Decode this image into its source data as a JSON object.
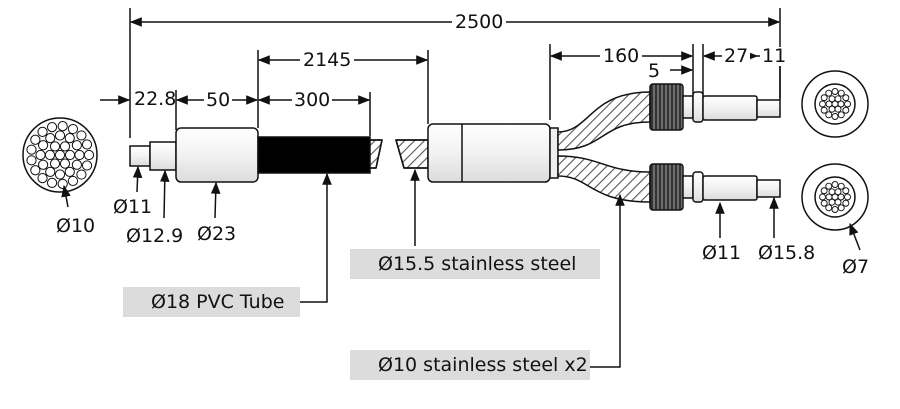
{
  "dimensions": {
    "overall_length": "2500",
    "length_2145": "2145",
    "length_160": "160",
    "length_5": "5",
    "length_27": "27",
    "length_11": "11",
    "length_22_8": "22.8",
    "length_50": "50",
    "length_300": "300"
  },
  "diameters": {
    "left_bundle": "Ø10",
    "tip_left": "Ø11",
    "collar_left": "Ø12.9",
    "body_left": "Ø23",
    "tip_right": "Ø11",
    "collar_right": "Ø15.8",
    "right_bundle": "Ø7"
  },
  "callouts": {
    "main_hose": "Ø15.5 stainless steel",
    "pvc_tube": "Ø18 PVC Tube",
    "branch_hoses": "Ø10 stainless steel x2"
  },
  "colors": {
    "line": "#111111",
    "callout_bg": "#dcdcdc",
    "pvc": "#000000"
  }
}
